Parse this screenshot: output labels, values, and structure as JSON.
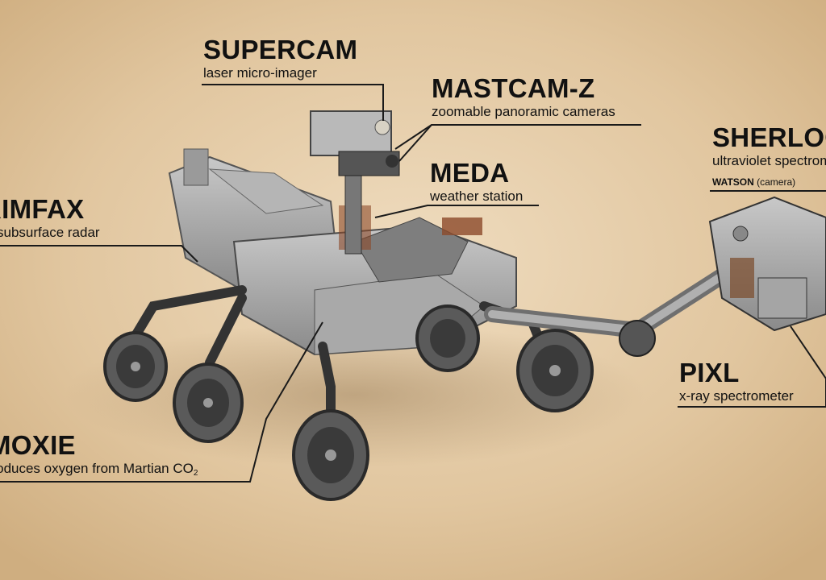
{
  "labels": {
    "supercam": {
      "name": "SUPERCAM",
      "desc": "laser micro-imager"
    },
    "mastcam": {
      "name": "MASTCAM-Z",
      "desc": "zoomable panoramic cameras"
    },
    "meda": {
      "name": "MEDA",
      "desc": "weather station"
    },
    "rimfax": {
      "name": "RIMFAX",
      "desc": "subsurface radar"
    },
    "sherloc": {
      "name": "SHERLOC",
      "desc": "ultraviolet spectrometer",
      "sub_name": "WATSON",
      "sub_desc": "(camera)"
    },
    "pixl": {
      "name": "PIXL",
      "desc": "x-ray spectrometer"
    },
    "moxie": {
      "name": "MOXIE",
      "desc_main": "produces oxygen from Martian CO",
      "desc_sub": "2"
    }
  },
  "colors": {
    "background": "#dcc29a",
    "text": "#111111",
    "leader": "#1a1a1a"
  }
}
